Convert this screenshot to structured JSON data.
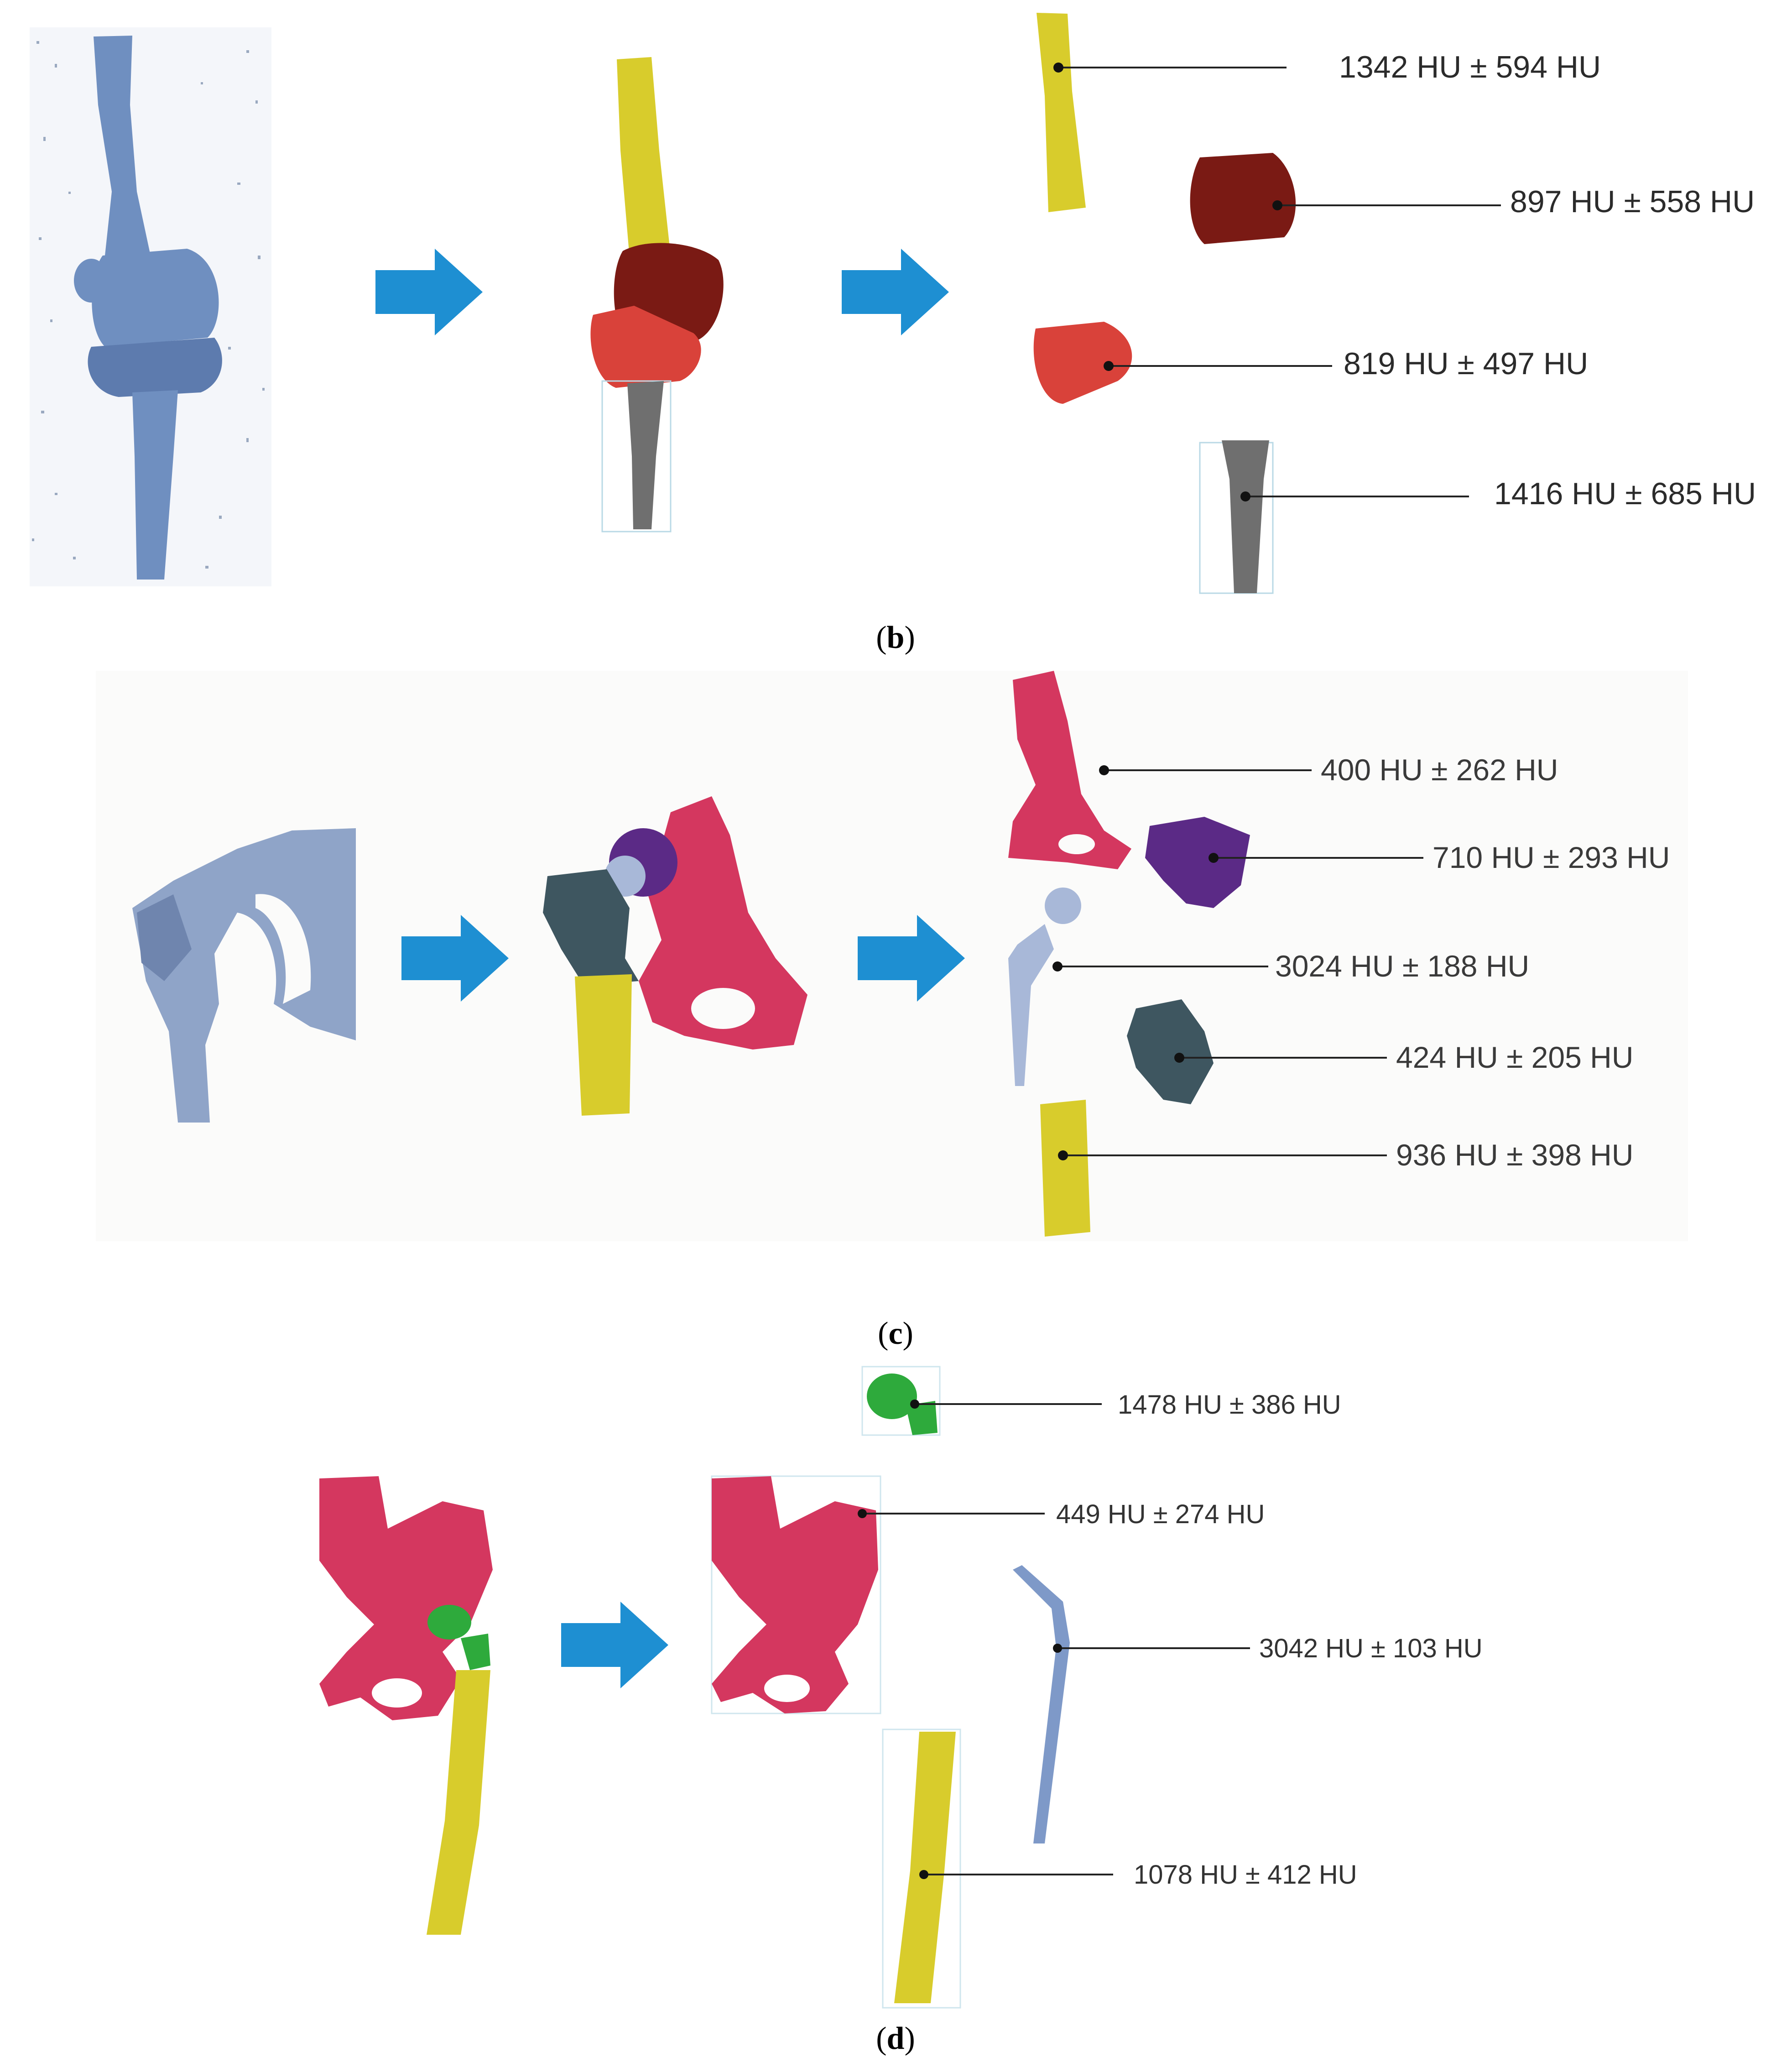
{
  "panels": [
    {
      "id": "b",
      "caption": "b",
      "labels": [
        {
          "part": "femoral-shaft",
          "text": "1342 HU ± 594 HU"
        },
        {
          "part": "distal-femur",
          "text": "897 HU ± 558 HU"
        },
        {
          "part": "proximal-tibia",
          "text": "819 HU ± 497 HU"
        },
        {
          "part": "tibial-shaft",
          "text": "1416 HU ± 685 HU"
        }
      ]
    },
    {
      "id": "c",
      "caption": "c",
      "labels": [
        {
          "part": "pelvis",
          "text": "400 HU  ±  262 HU"
        },
        {
          "part": "acetabular-mass",
          "text": "710 HU  ±  293 HU"
        },
        {
          "part": "hip-implant",
          "text": "3024 HU  ±  188 HU"
        },
        {
          "part": "proximal-femur",
          "text": "424 HU  ±  205 HU"
        },
        {
          "part": "femoral-shaft",
          "text": "936 HU  ±  398 HU"
        }
      ]
    },
    {
      "id": "d",
      "caption": "d",
      "labels": [
        {
          "part": "femoral-head",
          "text": "1478 HU ± 386 HU"
        },
        {
          "part": "pelvis",
          "text": "449 HU ± 274 HU"
        },
        {
          "part": "intramedullary-nail",
          "text": "3042 HU ± 103 HU"
        },
        {
          "part": "femur",
          "text": "1078 HU ± 412 HU"
        }
      ]
    }
  ],
  "colors": {
    "arrow": "#1e8fd2",
    "bone_blue": "#6f8fc0",
    "yellow": "#d8cc2c",
    "dark_red": "#7a1a14",
    "red": "#d9423a",
    "grey": "#6f6f6f",
    "magenta": "#d4375f",
    "purple": "#5b2a86",
    "slate": "#3e5660",
    "green": "#2eaa3c",
    "implant": "#a8b8d8"
  }
}
